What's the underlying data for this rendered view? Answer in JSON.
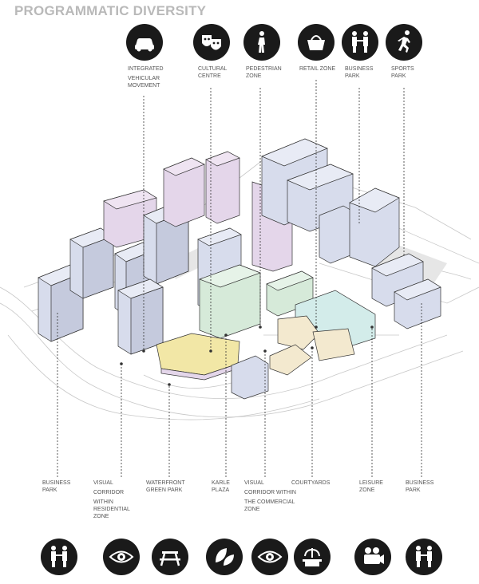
{
  "title": "PROGRAMMATIC DIVERSITY",
  "top_icons": [
    {
      "icon": "car-icon",
      "lines": [
        "INTEGRATED",
        "VEHICULAR",
        "MOVEMENT"
      ]
    },
    {
      "icon": "theatre-masks-icon",
      "lines": [
        "CULTURAL",
        "CENTRE"
      ]
    },
    {
      "icon": "pedestrian-icon",
      "lines": [
        "PEDESTRIAN",
        "ZONE"
      ]
    },
    {
      "icon": "shopping-basket-icon",
      "lines": [
        "RETAIL ZONE"
      ]
    },
    {
      "icon": "business-handshake-icon",
      "lines": [
        "BUSINESS",
        "PARK"
      ]
    },
    {
      "icon": "runner-icon",
      "lines": [
        "SPORTS",
        "PARK"
      ]
    }
  ],
  "bottom_labels": [
    {
      "lines": [
        "BUSINESS",
        "PARK"
      ]
    },
    {
      "lines": [
        "VISUAL",
        "CORRIDOR",
        "WITHIN",
        "RESIDENTIAL",
        "ZONE"
      ]
    },
    {
      "lines": [
        "WATERFRONT",
        "GREEN PARK"
      ]
    },
    {
      "lines": [
        "KARLE",
        "PLAZA"
      ]
    },
    {
      "lines": [
        "VISUAL",
        "CORRIDOR WITHIN",
        "THE COMMERCIAL",
        "ZONE"
      ]
    },
    {
      "lines": [
        "COURTYARDS"
      ]
    },
    {
      "lines": [
        "LEISURE",
        "ZONE"
      ]
    },
    {
      "lines": [
        "BUSINESS",
        "PARK"
      ]
    }
  ],
  "bottom_icons": [
    {
      "icon": "business-handshake-icon"
    },
    {
      "icon": "eye-icon"
    },
    {
      "icon": "picnic-table-icon"
    },
    {
      "icon": "leaves-icon"
    },
    {
      "icon": "eye-icon"
    },
    {
      "icon": "fountain-icon"
    },
    {
      "icon": "video-camera-icon"
    },
    {
      "icon": "business-handshake-icon"
    }
  ],
  "colors": {
    "office": "#d7dcec",
    "residential": "#e4d6ea",
    "plaza": "#f2e7a6",
    "green": "#d6ead9",
    "teal": "#d3ecea",
    "retail": "#f3e9cf",
    "base": "#f0e3b5",
    "icon_bg": "#1a1a1a",
    "title": "#b9b9b9"
  }
}
